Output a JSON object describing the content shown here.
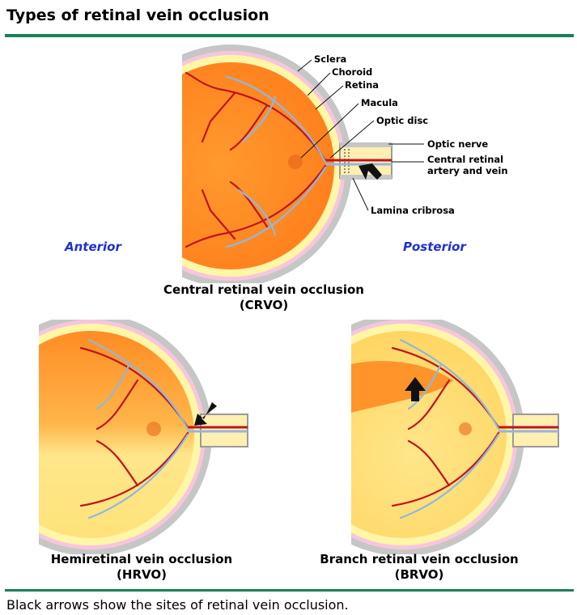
{
  "title": "Types of retinal vein occlusion",
  "footer_caption": "Black arrows show the sites of retinal vein occlusion.",
  "colors": {
    "rule": "#1a7f57",
    "orientation_text": "#1f2fd6",
    "artery": "#c0141e",
    "vein": "#8db8de"
  },
  "top_diagram": {
    "annotations": {
      "sclera": "Sclera",
      "choroid": "Choroid",
      "retina": "Retina",
      "macula": "Macula",
      "optic_disc": "Optic disc",
      "optic_nerve": "Optic nerve",
      "vessels_line1": "Central retinal",
      "vessels_line2": "artery and vein",
      "lamina_cribrosa": "Lamina cribrosa"
    },
    "anterior": "Anterior",
    "posterior": "Posterior",
    "label_line1": "Central retinal vein occlusion",
    "label_line2": "(CRVO)"
  },
  "hrvo": {
    "label_line1": "Hemiretinal vein occlusion",
    "label_line2": "(HRVO)"
  },
  "brvo": {
    "label_line1": "Branch retinal vein occlusion",
    "label_line2": "(BRVO)"
  }
}
